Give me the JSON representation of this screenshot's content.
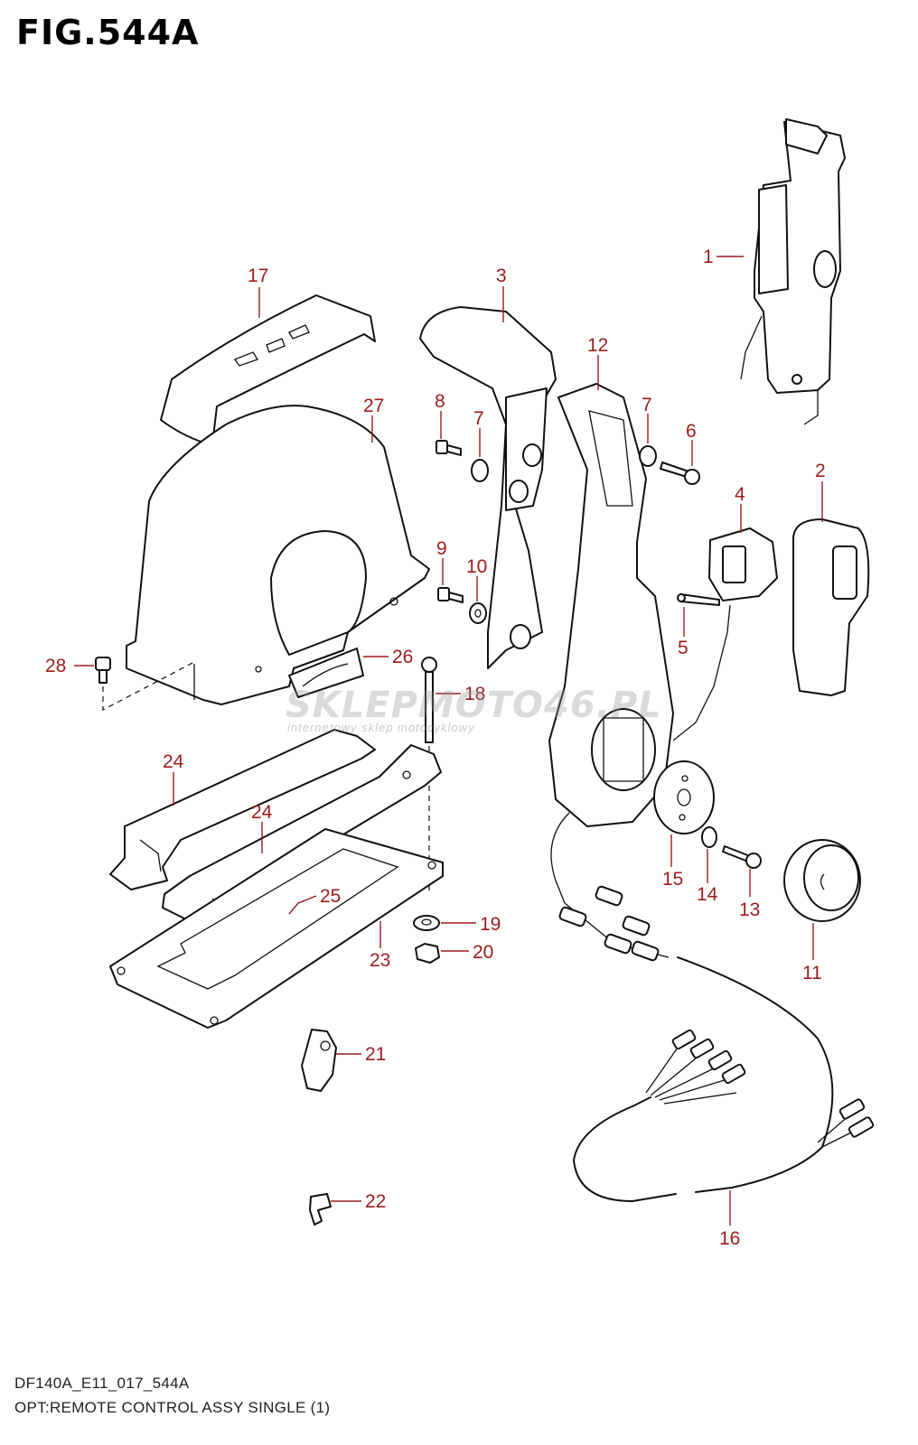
{
  "figure": {
    "title": "FIG.544A",
    "code": "DF140A_E11_017_544A",
    "caption": "OPT:REMOTE CONTROL ASSY SINGLE (1)"
  },
  "watermark": {
    "text": "SKLEPMOTO46.PL",
    "subtext": "internetowy sklep motocyklowy"
  },
  "callouts": {
    "c1": "1",
    "c2": "2",
    "c3": "3",
    "c4": "4",
    "c5": "5",
    "c6": "6",
    "c7a": "7",
    "c7b": "7",
    "c8": "8",
    "c9": "9",
    "c10": "10",
    "c11": "11",
    "c12": "12",
    "c13": "13",
    "c14": "14",
    "c15": "15",
    "c16": "16",
    "c17": "17",
    "c18": "18",
    "c19": "19",
    "c20": "20",
    "c21": "21",
    "c22": "22",
    "c23": "23",
    "c24a": "24",
    "c24b": "24",
    "c25": "25",
    "c26": "26",
    "c27": "27",
    "c28": "28"
  }
}
